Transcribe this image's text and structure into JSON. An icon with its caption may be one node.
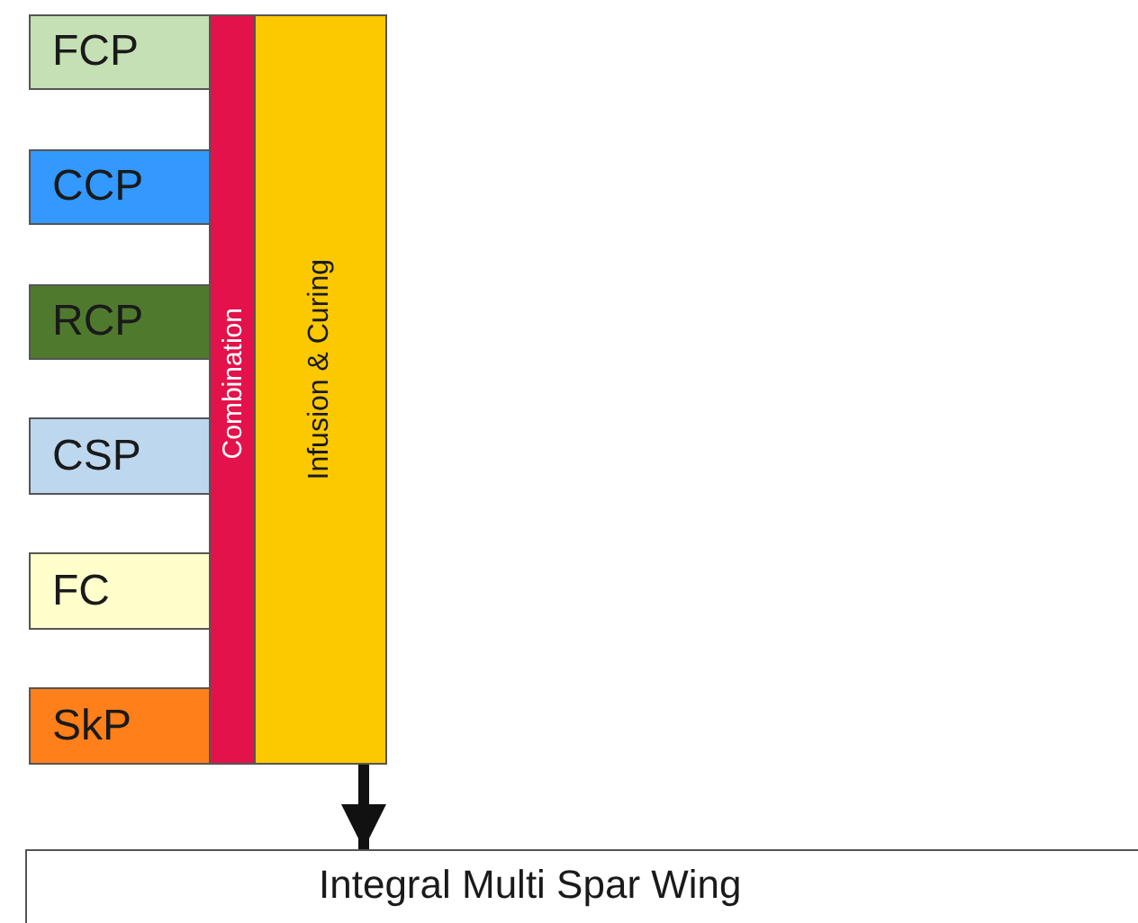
{
  "diagram": {
    "nodes": [
      {
        "text": [
          "FCP"
        ]
      },
      {
        "text": [
          "CCP"
        ]
      },
      {
        "text": [
          "RCP"
        ]
      },
      {
        "text": [
          "CSP"
        ]
      },
      {
        "text": [
          "FC"
        ]
      },
      {
        "text": [
          "SkP"
        ]
      },
      {
        "text": [
          "Combination"
        ]
      },
      {
        "text": [
          "Infusion & Curing"
        ]
      },
      {
        "text": [
          "Integral Multi Spar Wing"
        ]
      }
    ],
    "edges": [
      {
        "from": 7,
        "to": 8,
        "arrow": "to"
      }
    ]
  }
}
